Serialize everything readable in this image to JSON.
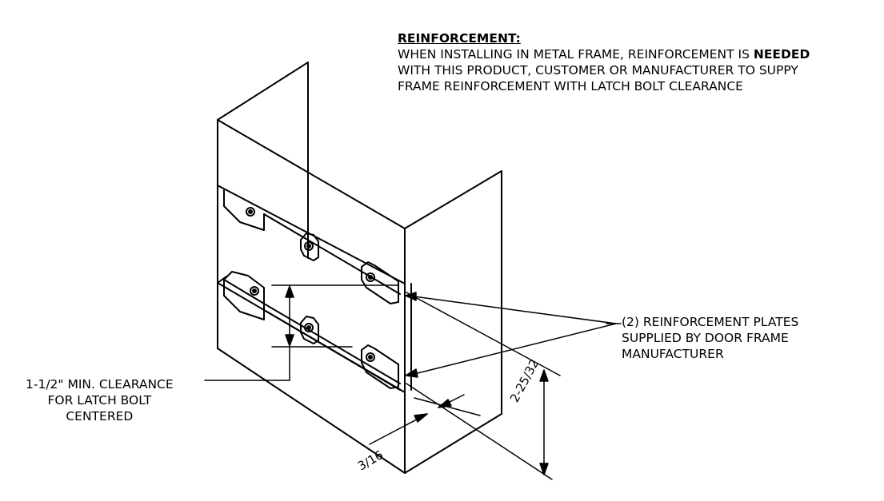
{
  "note": {
    "heading": "REINFORCEMENT:",
    "line1_pre": "WHEN INSTALLING IN METAL FRAME, REINFORCEMENT IS ",
    "line1_bold": "NEEDED",
    "line2": "WITH THIS PRODUCT, CUSTOMER OR MANUFACTURER TO SUPPY",
    "line3": "FRAME REINFORCEMENT WITH LATCH BOLT CLEARANCE"
  },
  "callouts": {
    "plates": [
      "(2) REINFORCEMENT PLATES",
      "SUPPLIED BY DOOR FRAME",
      "MANUFACTURER"
    ],
    "clearance": [
      "1-1/2\" MIN. CLEARANCE",
      "FOR LATCH BOLT",
      "CENTERED"
    ]
  },
  "dimensions": {
    "depth": "2-25/32",
    "thickness": "3/16"
  }
}
